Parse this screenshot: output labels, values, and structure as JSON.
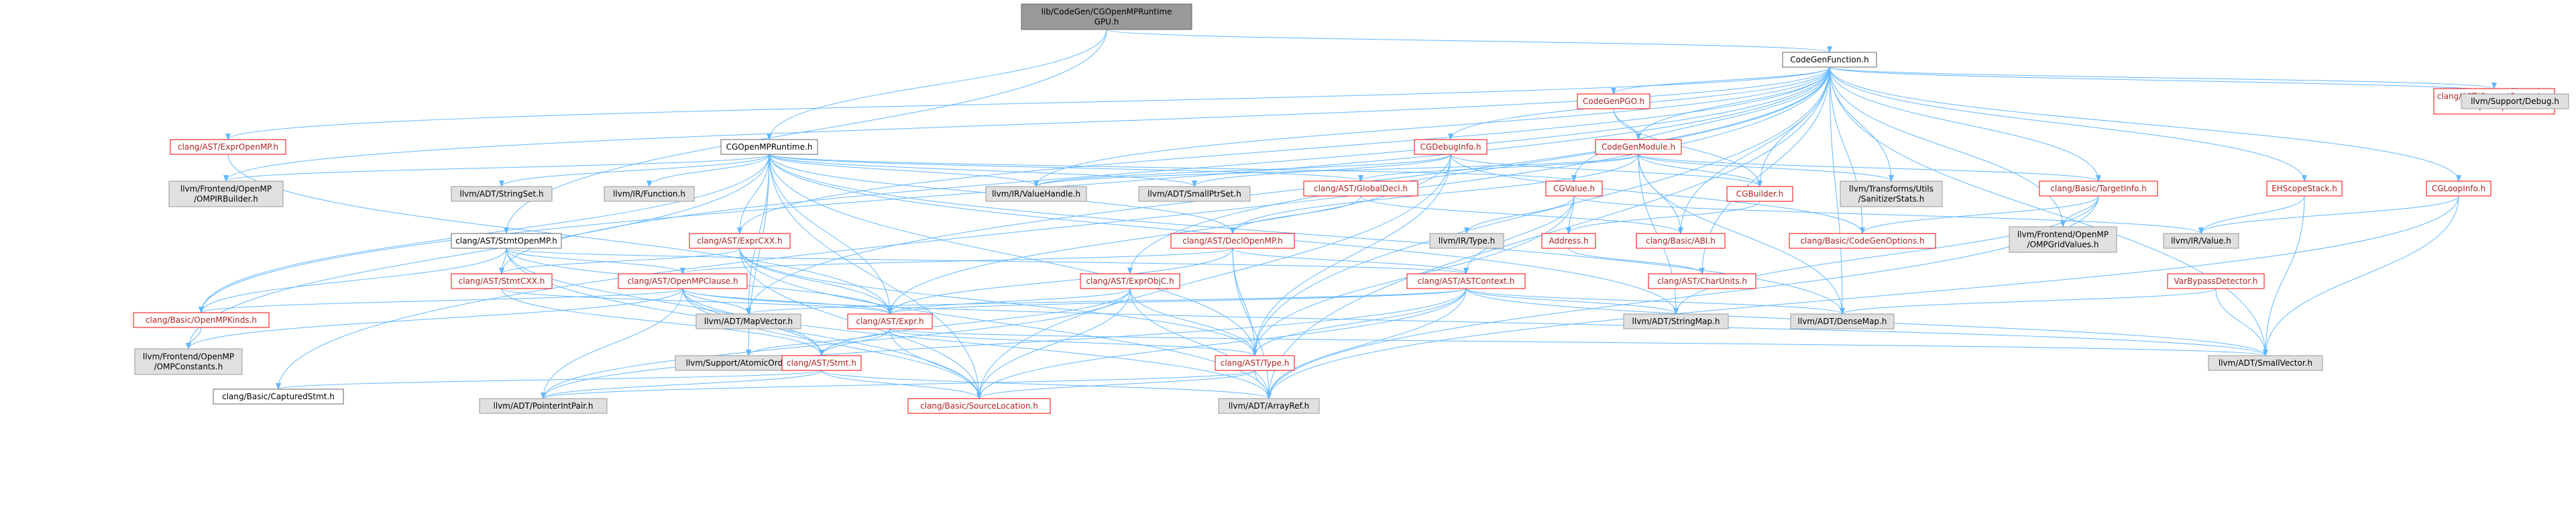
{
  "nodes": [
    {
      "id": "root",
      "lines": [
        "lib/CodeGen/CGOpenMPRuntime",
        "GPU.h"
      ],
      "style": "root"
    },
    {
      "id": "cgf",
      "lines": [
        "CodeGenFunction.h"
      ],
      "style": "plain"
    },
    {
      "id": "cgomp",
      "lines": [
        "CGOpenMPRuntime.h"
      ],
      "style": "plain"
    },
    {
      "id": "stmtomp",
      "lines": [
        "clang/AST/StmtOpenMP.h"
      ],
      "style": "plain"
    },
    {
      "id": "exprompp",
      "lines": [
        "clang/AST/ExprOpenMP.h"
      ],
      "style": "red"
    },
    {
      "id": "cgpgo",
      "lines": [
        "CodeGenPGO.h"
      ],
      "style": "red"
    },
    {
      "id": "cgdebug",
      "lines": [
        "CGDebugInfo.h"
      ],
      "style": "red"
    },
    {
      "id": "cgmodule",
      "lines": [
        "CodeGenModule.h"
      ],
      "style": "red"
    },
    {
      "id": "curexpr",
      "lines": [
        "clang/AST/CurrentSourceLoc",
        "ExprScope.h"
      ],
      "style": "red"
    },
    {
      "id": "debug",
      "lines": [
        "llvm/Support/Debug.h"
      ],
      "style": "gray"
    },
    {
      "id": "ompirb",
      "lines": [
        "llvm/Frontend/OpenMP",
        "/OMPIRBuilder.h"
      ],
      "style": "gray"
    },
    {
      "id": "stringset",
      "lines": [
        "llvm/ADT/StringSet.h"
      ],
      "style": "gray"
    },
    {
      "id": "irfunc",
      "lines": [
        "llvm/IR/Function.h"
      ],
      "style": "gray"
    },
    {
      "id": "valuehandle",
      "lines": [
        "llvm/IR/ValueHandle.h"
      ],
      "style": "gray"
    },
    {
      "id": "smallptrset",
      "lines": [
        "llvm/ADT/SmallPtrSet.h"
      ],
      "style": "gray"
    },
    {
      "id": "globaldecl",
      "lines": [
        "clang/AST/GlobalDecl.h"
      ],
      "style": "red"
    },
    {
      "id": "cgbuilder",
      "lines": [
        "CGBuilder.h"
      ],
      "style": "red"
    },
    {
      "id": "sanitizer",
      "lines": [
        "llvm/Transforms/Utils",
        "/SanitizerStats.h"
      ],
      "style": "gray"
    },
    {
      "id": "targetinfo",
      "lines": [
        "clang/Basic/TargetInfo.h"
      ],
      "style": "red"
    },
    {
      "id": "ehscope",
      "lines": [
        "EHScopeStack.h"
      ],
      "style": "red"
    },
    {
      "id": "cgloop",
      "lines": [
        "CGLoopInfo.h"
      ],
      "style": "red"
    },
    {
      "id": "cgvalue",
      "lines": [
        "CGValue.h"
      ],
      "style": "red"
    },
    {
      "id": "irtype",
      "lines": [
        "llvm/IR/Type.h"
      ],
      "style": "gray"
    },
    {
      "id": "address",
      "lines": [
        "Address.h"
      ],
      "style": "red"
    },
    {
      "id": "abi",
      "lines": [
        "clang/Basic/ABI.h"
      ],
      "style": "red"
    },
    {
      "id": "cgoptions",
      "lines": [
        "clang/Basic/CodeGenOptions.h"
      ],
      "style": "red"
    },
    {
      "id": "ompgrid",
      "lines": [
        "llvm/Frontend/OpenMP",
        "/OMPGridValues.h"
      ],
      "style": "gray"
    },
    {
      "id": "irvalue",
      "lines": [
        "llvm/IR/Value.h"
      ],
      "style": "gray"
    },
    {
      "id": "exprcxx",
      "lines": [
        "clang/AST/ExprCXX.h"
      ],
      "style": "red"
    },
    {
      "id": "declomp",
      "lines": [
        "clang/AST/DeclOpenMP.h"
      ],
      "style": "red"
    },
    {
      "id": "stmtcxx",
      "lines": [
        "clang/AST/StmtCXX.h"
      ],
      "style": "red"
    },
    {
      "id": "ompclause",
      "lines": [
        "clang/AST/OpenMPClause.h"
      ],
      "style": "red"
    },
    {
      "id": "exprobjc",
      "lines": [
        "clang/AST/ExprObjC.h"
      ],
      "style": "red"
    },
    {
      "id": "astctx",
      "lines": [
        "clang/AST/ASTContext.h"
      ],
      "style": "red"
    },
    {
      "id": "charunits",
      "lines": [
        "clang/AST/CharUnits.h"
      ],
      "style": "red"
    },
    {
      "id": "varbypass",
      "lines": [
        "VarBypassDetector.h"
      ],
      "style": "red"
    },
    {
      "id": "ompkinds",
      "lines": [
        "clang/Basic/OpenMPKinds.h"
      ],
      "style": "red"
    },
    {
      "id": "mapvector",
      "lines": [
        "llvm/ADT/MapVector.h"
      ],
      "style": "gray"
    },
    {
      "id": "expr",
      "lines": [
        "clang/AST/Expr.h"
      ],
      "style": "red"
    },
    {
      "id": "stringmap",
      "lines": [
        "llvm/ADT/StringMap.h"
      ],
      "style": "gray"
    },
    {
      "id": "densemap",
      "lines": [
        "llvm/ADT/DenseMap.h"
      ],
      "style": "gray"
    },
    {
      "id": "ompconst",
      "lines": [
        "llvm/Frontend/OpenMP",
        "/OMPConstants.h"
      ],
      "style": "gray"
    },
    {
      "id": "atomic",
      "lines": [
        "llvm/Support/AtomicOrdering.h"
      ],
      "style": "gray"
    },
    {
      "id": "stmt",
      "lines": [
        "clang/AST/Stmt.h"
      ],
      "style": "red"
    },
    {
      "id": "type",
      "lines": [
        "clang/AST/Type.h"
      ],
      "style": "red"
    },
    {
      "id": "smallvector",
      "lines": [
        "llvm/ADT/SmallVector.h"
      ],
      "style": "gray"
    },
    {
      "id": "captured",
      "lines": [
        "clang/Basic/CapturedStmt.h"
      ],
      "style": "plain"
    },
    {
      "id": "ptrintpair",
      "lines": [
        "llvm/ADT/PointerIntPair.h"
      ],
      "style": "gray"
    },
    {
      "id": "srcloc",
      "lines": [
        "clang/Basic/SourceLocation.h"
      ],
      "style": "red"
    },
    {
      "id": "arrayref",
      "lines": [
        "llvm/ADT/ArrayRef.h"
      ],
      "style": "gray"
    }
  ],
  "edges": [
    [
      "root",
      "cgf"
    ],
    [
      "root",
      "cgomp"
    ],
    [
      "root",
      "stmtomp"
    ],
    [
      "cgf",
      "cgpgo"
    ],
    [
      "cgf",
      "cgdebug"
    ],
    [
      "cgf",
      "cgmodule"
    ],
    [
      "cgf",
      "curexpr"
    ],
    [
      "cgf",
      "debug"
    ],
    [
      "cgf",
      "exprompp"
    ],
    [
      "cgf",
      "ompirb"
    ],
    [
      "cgf",
      "cgbuilder"
    ],
    [
      "cgf",
      "sanitizer"
    ],
    [
      "cgf",
      "targetinfo"
    ],
    [
      "cgf",
      "ehscope"
    ],
    [
      "cgf",
      "cgloop"
    ],
    [
      "cgf",
      "cgvalue"
    ],
    [
      "cgf",
      "valuehandle"
    ],
    [
      "cgf",
      "cgoptions"
    ],
    [
      "cgf",
      "ompgrid"
    ],
    [
      "cgf",
      "smallvector"
    ],
    [
      "cgf",
      "arrayref"
    ],
    [
      "cgf",
      "captured"
    ],
    [
      "cgf",
      "exprcxx"
    ],
    [
      "cgf",
      "exprobjc"
    ],
    [
      "cgf",
      "charunits"
    ],
    [
      "cgf",
      "stmtcxx"
    ],
    [
      "cgf",
      "ompkinds"
    ],
    [
      "cgf",
      "abi"
    ],
    [
      "cgf",
      "type"
    ],
    [
      "cgf",
      "densemap"
    ],
    [
      "cgf",
      "mapvector"
    ],
    [
      "cgomp",
      "ompirb"
    ],
    [
      "cgomp",
      "stringset"
    ],
    [
      "cgomp",
      "irfunc"
    ],
    [
      "cgomp",
      "valuehandle"
    ],
    [
      "cgomp",
      "smallptrset"
    ],
    [
      "cgomp",
      "globaldecl"
    ],
    [
      "cgomp",
      "cgvalue"
    ],
    [
      "cgomp",
      "expr"
    ],
    [
      "cgomp",
      "type"
    ],
    [
      "cgomp",
      "ompkinds"
    ],
    [
      "cgomp",
      "densemap"
    ],
    [
      "cgomp",
      "mapvector"
    ],
    [
      "cgomp",
      "stringmap"
    ],
    [
      "cgomp",
      "atomic"
    ],
    [
      "cgomp",
      "ompconst"
    ],
    [
      "cgomp",
      "srcloc"
    ],
    [
      "cgomp",
      "declomp"
    ],
    [
      "cgpgo",
      "cgmodule"
    ],
    [
      "cgpgo",
      "cgbuilder"
    ],
    [
      "cgdebug",
      "cgbuilder"
    ],
    [
      "cgdebug",
      "valuehandle"
    ],
    [
      "cgdebug",
      "smallptrset"
    ],
    [
      "cgdebug",
      "cgoptions"
    ],
    [
      "cgdebug",
      "expr"
    ],
    [
      "cgdebug",
      "type"
    ],
    [
      "cgdebug",
      "srcloc"
    ],
    [
      "cgmodule",
      "cgbuilder"
    ],
    [
      "cgmodule",
      "sanitizer"
    ],
    [
      "cgmodule",
      "targetinfo"
    ],
    [
      "cgmodule",
      "abi"
    ],
    [
      "cgmodule",
      "globaldecl"
    ],
    [
      "cgmodule",
      "valuehandle"
    ],
    [
      "cgmodule",
      "declomp"
    ],
    [
      "cgmodule",
      "stringmap"
    ],
    [
      "cgmodule",
      "densemap"
    ],
    [
      "globaldecl",
      "declomp"
    ],
    [
      "globaldecl",
      "abi"
    ],
    [
      "cgbuilder",
      "address"
    ],
    [
      "targetinfo",
      "cgoptions"
    ],
    [
      "targetinfo",
      "ompgrid"
    ],
    [
      "targetinfo",
      "stringmap"
    ],
    [
      "targetinfo",
      "arrayref"
    ],
    [
      "ehscope",
      "irvalue"
    ],
    [
      "ehscope",
      "smallvector"
    ],
    [
      "cgloop",
      "irvalue"
    ],
    [
      "cgloop",
      "smallvector"
    ],
    [
      "cgloop",
      "arrayref"
    ],
    [
      "cgvalue",
      "irtype"
    ],
    [
      "cgvalue",
      "address"
    ],
    [
      "cgvalue",
      "irvalue"
    ],
    [
      "cgvalue",
      "astctx"
    ],
    [
      "cgvalue",
      "type"
    ],
    [
      "address",
      "charunits"
    ],
    [
      "exprcxx",
      "expr"
    ],
    [
      "exprcxx",
      "stmtcxx"
    ],
    [
      "exprcxx",
      "type"
    ],
    [
      "exprcxx",
      "srcloc"
    ],
    [
      "exprcxx",
      "arrayref"
    ],
    [
      "declomp",
      "expr"
    ],
    [
      "declomp",
      "type"
    ],
    [
      "declomp",
      "ompclause"
    ],
    [
      "declomp",
      "arrayref"
    ],
    [
      "declomp",
      "astctx"
    ],
    [
      "stmtomp",
      "expr"
    ],
    [
      "stmtomp",
      "stmtcxx"
    ],
    [
      "stmtomp",
      "ompclause"
    ],
    [
      "stmtomp",
      "ompkinds"
    ],
    [
      "stmtomp",
      "stmt"
    ],
    [
      "stmtomp",
      "srcloc"
    ],
    [
      "stmtomp",
      "astctx"
    ],
    [
      "stmtcxx",
      "stmt"
    ],
    [
      "stmtcxx",
      "expr"
    ],
    [
      "ompclause",
      "expr"
    ],
    [
      "ompclause",
      "stmt"
    ],
    [
      "ompclause",
      "mapvector"
    ],
    [
      "ompclause",
      "ompkinds"
    ],
    [
      "ompclause",
      "ompconst"
    ],
    [
      "ompclause",
      "srcloc"
    ],
    [
      "ompclause",
      "arrayref"
    ],
    [
      "ompclause",
      "ptrintpair"
    ],
    [
      "ompclause",
      "smallvector"
    ],
    [
      "exprobjc",
      "expr"
    ],
    [
      "exprobjc",
      "type"
    ],
    [
      "exprobjc",
      "srcloc"
    ],
    [
      "exprobjc",
      "arrayref"
    ],
    [
      "exprobjc",
      "stmt"
    ],
    [
      "exprobjc",
      "ptrintpair"
    ],
    [
      "astctx",
      "type"
    ],
    [
      "astctx",
      "expr"
    ],
    [
      "astctx",
      "stringmap"
    ],
    [
      "astctx",
      "densemap"
    ],
    [
      "astctx",
      "smallvector"
    ],
    [
      "astctx",
      "arrayref"
    ],
    [
      "astctx",
      "srcloc"
    ],
    [
      "astctx",
      "ptrintpair"
    ],
    [
      "astctx",
      "mapvector"
    ],
    [
      "varbypass",
      "densemap"
    ],
    [
      "varbypass",
      "smallvector"
    ],
    [
      "ompkinds",
      "ompconst"
    ],
    [
      "expr",
      "stmt"
    ],
    [
      "expr",
      "type"
    ],
    [
      "expr",
      "atomic"
    ],
    [
      "expr",
      "smallvector"
    ],
    [
      "expr",
      "srcloc"
    ],
    [
      "stmt",
      "captured"
    ],
    [
      "stmt",
      "ptrintpair"
    ],
    [
      "stmt",
      "srcloc"
    ],
    [
      "stmt",
      "arrayref"
    ],
    [
      "type",
      "ptrintpair"
    ],
    [
      "type",
      "srcloc"
    ],
    [
      "type",
      "arrayref"
    ],
    [
      "exprompp",
      "expr"
    ],
    [
      "cgomp",
      "exprcxx"
    ]
  ]
}
